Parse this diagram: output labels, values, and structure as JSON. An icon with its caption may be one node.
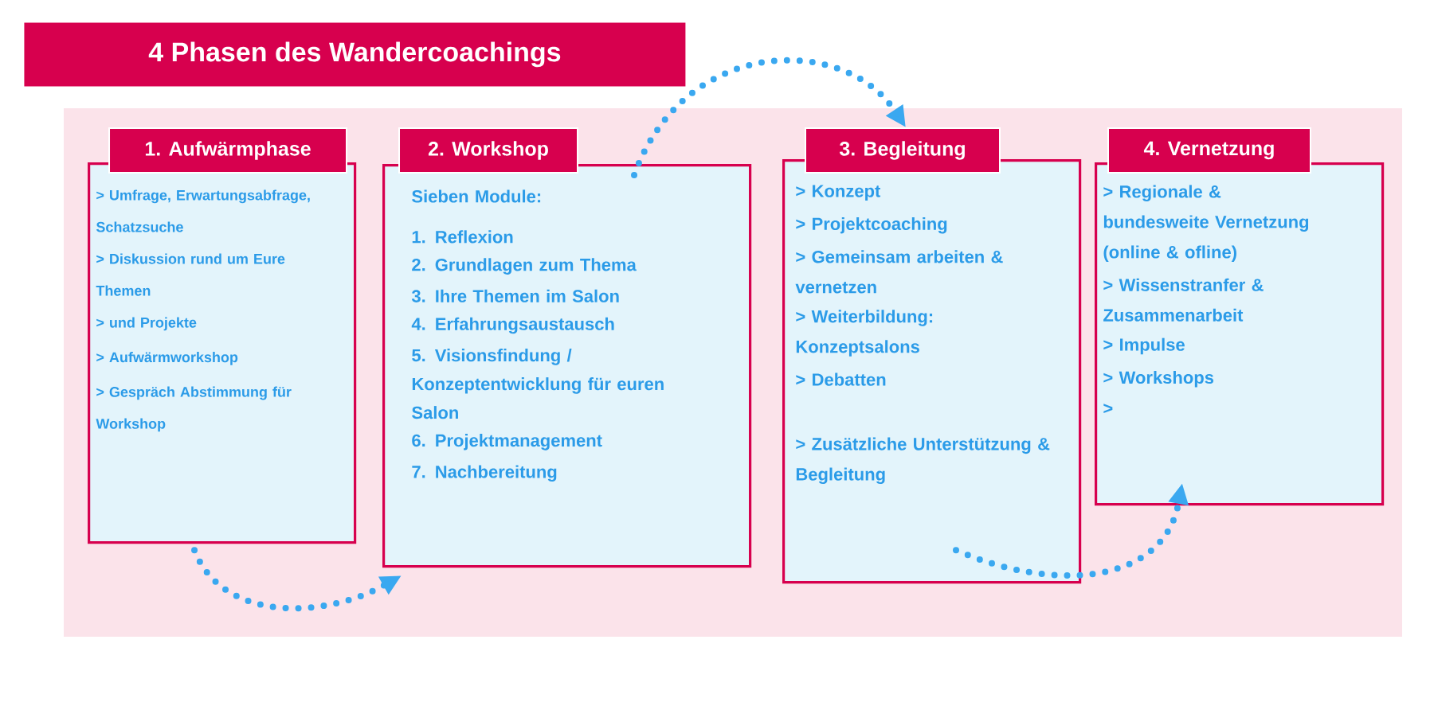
{
  "diagram": {
    "title": "4 Phasen des Wandercoachings",
    "nodes": [
      {
        "text": [
          "1. Aufwärmphase"
        ]
      },
      {
        "text": [
          "> Umfrage, Erwartungsabfrage, Schatzsuche",
          "> Diskussion rund um Eure Themen",
          "> und Projekte",
          "> Aufwärmworkshop",
          "> Gespräch Abstimmung für Workshop"
        ]
      },
      {
        "text": [
          "2. Workshop"
        ]
      },
      {
        "text": [
          "Sieben Module:",
          "1. Reflexion",
          "2. Grundlagen zum Thema",
          "3. Ihre Themen im Salon",
          "4. Erfahrungsaustausch",
          "5. Visionsfindung / Konzeptentwicklung für euren Salon",
          "6. Projektmanagement",
          "7. Nachbereitung"
        ]
      },
      {
        "text": [
          "3. Begleitung"
        ]
      },
      {
        "text": [
          "> Konzept",
          "> Projektcoaching",
          "> Gemeinsam arbeiten & vernetzen",
          "> Weiterbildung: Konzeptsalons",
          "> Debatten",
          "> Zusätzliche Unterstützung & Begleitung"
        ]
      },
      {
        "text": [
          "4. Vernetzung"
        ]
      },
      {
        "text": [
          "> Regionale & bundesweite Vernetzung (online & ofline)",
          "> Wissenstranfer & Zusammenarbeit",
          "> Impulse",
          "> Workshops",
          ">"
        ]
      }
    ],
    "edges": [
      {
        "from": 1,
        "to": 3,
        "arrow": "to"
      },
      {
        "from": 3,
        "to": 4,
        "arrow": "to"
      },
      {
        "from": 5,
        "to": 7,
        "arrow": "to"
      }
    ]
  }
}
